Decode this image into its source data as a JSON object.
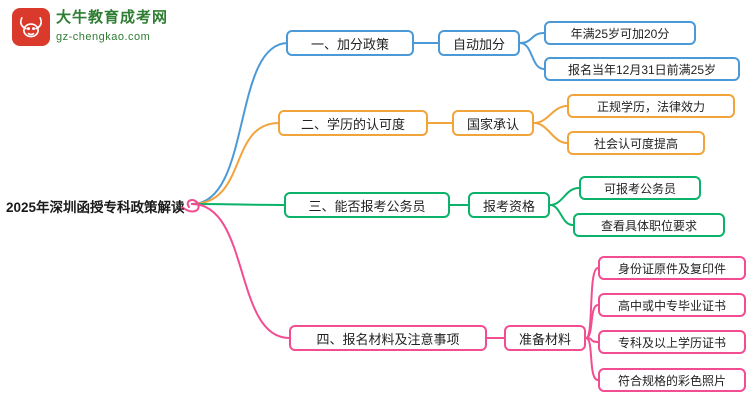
{
  "logo": {
    "title": "大牛教育成考网",
    "url": "gz-chengkao.com",
    "icon": "bull-icon",
    "brand_red": "#d93a2b",
    "brand_green": "#2e7d33"
  },
  "root": {
    "label": "2025年深圳函授专科政策解读"
  },
  "branches": [
    {
      "color": "#4b9ad7",
      "label": "一、加分政策",
      "sub": "自动加分",
      "leaves": [
        "年满25岁可加20分",
        "报名当年12月31日前满25岁"
      ]
    },
    {
      "color": "#f2a43c",
      "label": "二、学历的认可度",
      "sub": "国家承认",
      "leaves": [
        "正规学历，法律效力",
        "社会认可度提高"
      ]
    },
    {
      "color": "#0ab26a",
      "label": "三、能否报考公务员",
      "sub": "报考资格",
      "leaves": [
        "可报考公务员",
        "查看具体职位要求"
      ]
    },
    {
      "color": "#f14d90",
      "label": "四、报名材料及注意事项",
      "sub": "准备材料",
      "leaves": [
        "身份证原件及复印件",
        "高中或中专毕业证书",
        "专科及以上学历证书",
        "符合规格的彩色照片"
      ]
    }
  ]
}
